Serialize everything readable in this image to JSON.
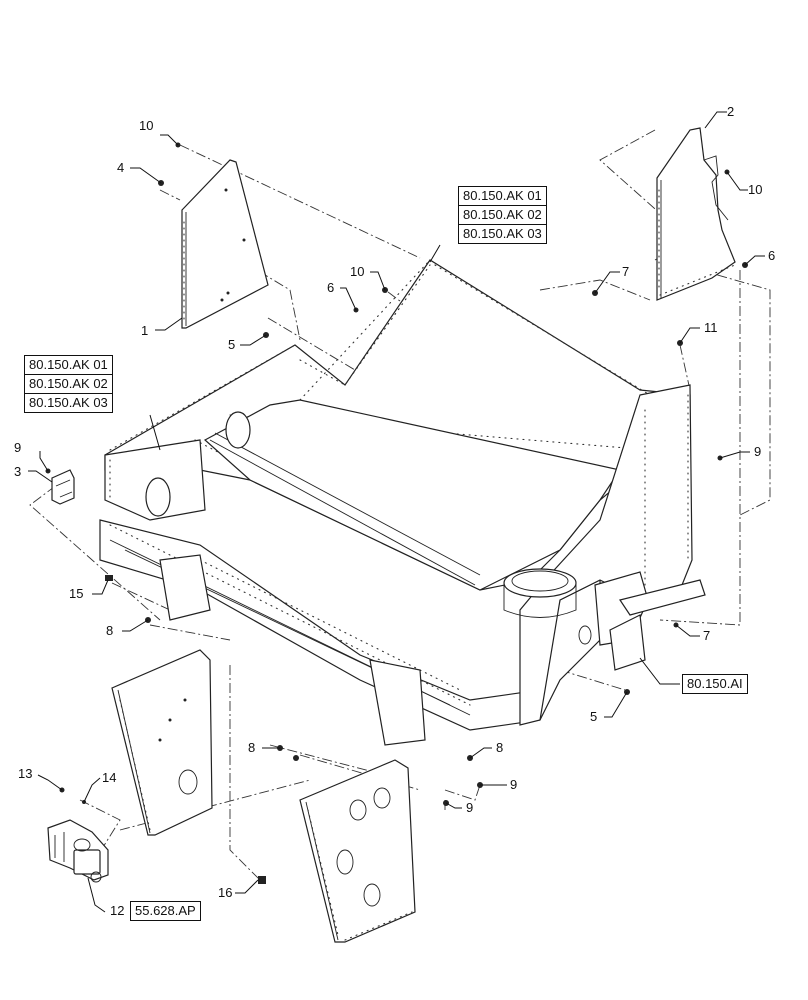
{
  "callouts": {
    "c1": "1",
    "c2": "2",
    "c3": "3",
    "c4": "4",
    "c5a": "5",
    "c5b": "5",
    "c6a": "6",
    "c6b": "6",
    "c7a": "7",
    "c7b": "7",
    "c8a": "8",
    "c8b": "8",
    "c8c": "8",
    "c9a": "9",
    "c9b": "9",
    "c9c": "9",
    "c9d": "9",
    "c10a": "10",
    "c10b": "10",
    "c10c": "10",
    "c11": "11",
    "c12": "12",
    "c13": "13",
    "c14": "14",
    "c15": "15",
    "c16": "16"
  },
  "references": {
    "group_top": [
      "80.150.AK 01",
      "80.150.AK 02",
      "80.150.AK 03"
    ],
    "group_left": [
      "80.150.AK 01",
      "80.150.AK 02",
      "80.150.AK 03"
    ],
    "ref_right": "80.150.AI",
    "ref_bottom": "55.628.AP"
  }
}
